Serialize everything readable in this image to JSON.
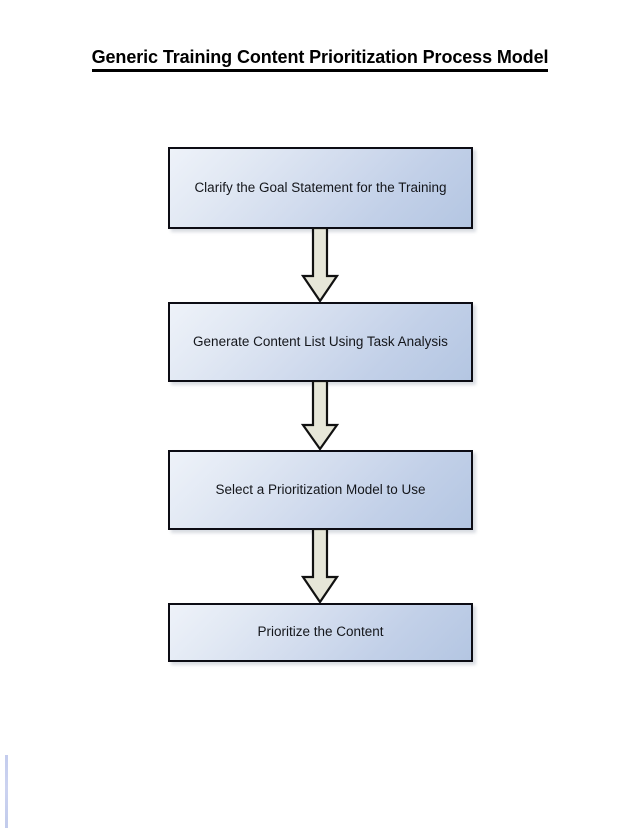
{
  "page": {
    "title": "Generic Training Content Prioritization Process Model"
  },
  "diagram": {
    "type": "flowchart",
    "orientation": "vertical",
    "box_fill_top": "#eef2f9",
    "box_fill_bottom": "#b4c6e2",
    "box_border_color": "#0c0c14",
    "arrow_fill": "#e6e6d8",
    "arrow_border_color": "#111111",
    "text_color": "#14161b",
    "steps": [
      {
        "order": 1,
        "label": "Clarify the Goal Statement for the Training"
      },
      {
        "order": 2,
        "label": "Generate Content List Using Task Analysis"
      },
      {
        "order": 3,
        "label": "Select a Prioritization Model to Use"
      },
      {
        "order": 4,
        "label": "Prioritize the Content"
      }
    ],
    "connectors": [
      {
        "from": 1,
        "to": 2,
        "shape": "down-arrow"
      },
      {
        "from": 2,
        "to": 3,
        "shape": "down-arrow"
      },
      {
        "from": 3,
        "to": 4,
        "shape": "down-arrow"
      }
    ]
  }
}
